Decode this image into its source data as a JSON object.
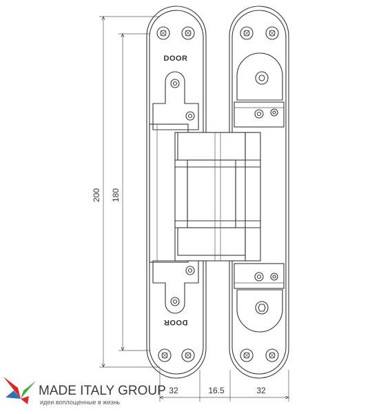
{
  "diagram": {
    "dimensions": {
      "overall_height": "200",
      "plate_height": "180",
      "left_width": "32",
      "center_width": "16.5",
      "right_width": "32"
    },
    "labels": {
      "door_top": "DOOR",
      "door_bottom": "DOOR"
    },
    "colors": {
      "line": "#333333",
      "logo_red": "#d62a2a",
      "logo_blue": "#2f6fb5",
      "logo_green": "#4aa84a"
    }
  },
  "brand": {
    "name": "MADE ITALY GROUP",
    "tagline": "идеи воплощенные в жизнь"
  }
}
